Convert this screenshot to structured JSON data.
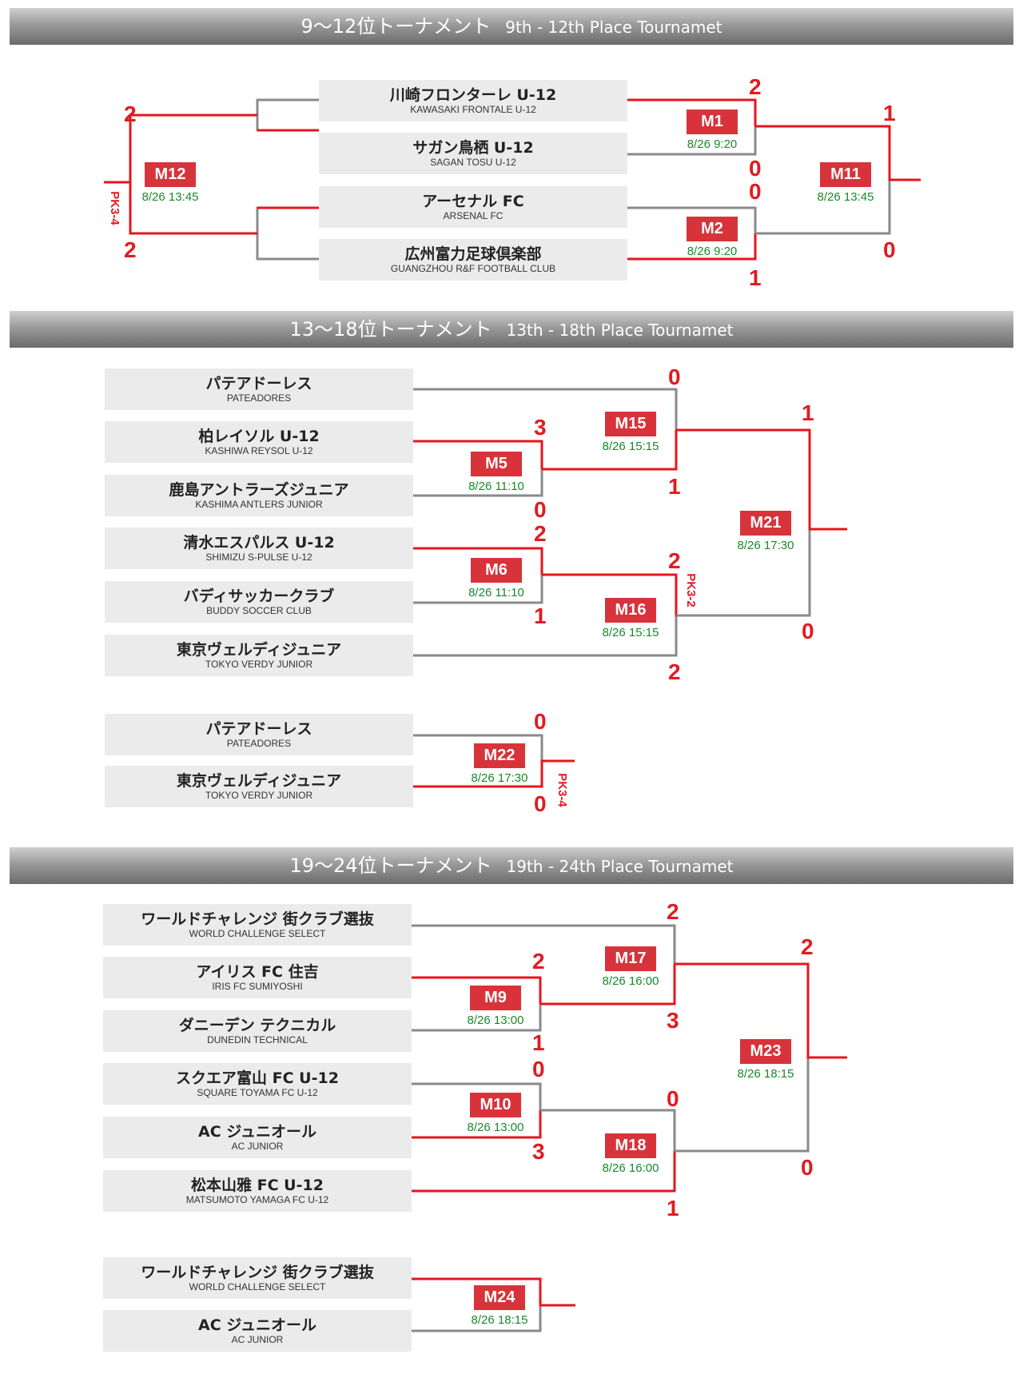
{
  "sections": [
    {
      "title_ja": "9〜12位トーナメント",
      "title_en": "9th - 12th Place Tournamet"
    },
    {
      "title_ja": "13〜18位トーナメント",
      "title_en": "13th - 18th Place Tournamet"
    },
    {
      "title_ja": "19〜24位トーナメント",
      "title_en": "19th - 24th Place Tournamet"
    }
  ],
  "teams": [
    {
      "ja": "川崎フロンターレ U-12",
      "en": "KAWASAKI FRONTALE U-12"
    },
    {
      "ja": "サガン鳥栖 U-12",
      "en": "SAGAN TOSU U-12"
    },
    {
      "ja": "アーセナル FC",
      "en": "ARSENAL FC"
    },
    {
      "ja": "広州富力足球倶楽部",
      "en": "GUANGZHOU R&F FOOTBALL CLUB"
    },
    {
      "ja": "パテアドーレス",
      "en": "PATEADORES"
    },
    {
      "ja": "柏レイソル U-12",
      "en": "KASHIWA REYSOL U-12"
    },
    {
      "ja": "鹿島アントラーズジュニア",
      "en": "KASHIMA ANTLERS JUNIOR"
    },
    {
      "ja": "清水エスパルス U-12",
      "en": "SHIMIZU S-PULSE U-12"
    },
    {
      "ja": "バディサッカークラブ",
      "en": "BUDDY SOCCER CLUB"
    },
    {
      "ja": "東京ヴェルディジュニア",
      "en": "TOKYO VERDY JUNIOR"
    },
    {
      "ja": "パテアドーレス",
      "en": "PATEADORES"
    },
    {
      "ja": "東京ヴェルディジュニア",
      "en": "TOKYO VERDY JUNIOR"
    },
    {
      "ja": "ワールドチャレンジ 街クラブ選抜",
      "en": "WORLD CHALLENGE SELECT"
    },
    {
      "ja": "アイリス FC 住吉",
      "en": "IRIS FC SUMIYOSHI"
    },
    {
      "ja": "ダニーデン テクニカル",
      "en": "DUNEDIN TECHNICAL"
    },
    {
      "ja": "スクエア富山 FC U-12",
      "en": "SQUARE TOYAMA FC U-12"
    },
    {
      "ja": "AC ジュニオール",
      "en": "AC JUNIOR"
    },
    {
      "ja": "松本山雅 FC U-12",
      "en": "MATSUMOTO YAMAGA FC U-12"
    },
    {
      "ja": "ワールドチャレンジ 街クラブ選抜",
      "en": "WORLD CHALLENGE SELECT"
    },
    {
      "ja": "AC ジュニオール",
      "en": "AC JUNIOR"
    }
  ],
  "matches": [
    {
      "id": "M1",
      "time": "8/26 9:20"
    },
    {
      "id": "M2",
      "time": "8/26 9:20"
    },
    {
      "id": "M11",
      "time": "8/26 13:45"
    },
    {
      "id": "M12",
      "time": "8/26 13:45"
    },
    {
      "id": "M5",
      "time": "8/26 11:10"
    },
    {
      "id": "M6",
      "time": "8/26 11:10"
    },
    {
      "id": "M15",
      "time": "8/26 15:15"
    },
    {
      "id": "M16",
      "time": "8/26 15:15"
    },
    {
      "id": "M21",
      "time": "8/26 17:30"
    },
    {
      "id": "M22",
      "time": "8/26 17:30"
    },
    {
      "id": "M9",
      "time": "8/26 13:00"
    },
    {
      "id": "M10",
      "time": "8/26 13:00"
    },
    {
      "id": "M17",
      "time": "8/26 16:00"
    },
    {
      "id": "M18",
      "time": "8/26 16:00"
    },
    {
      "id": "M23",
      "time": "8/26 18:15"
    },
    {
      "id": "M24",
      "time": "8/26 18:15"
    }
  ],
  "scores": [
    "2",
    "0",
    "0",
    "1",
    "1",
    "0",
    "2",
    "2",
    "3",
    "0",
    "2",
    "1",
    "0",
    "1",
    "2",
    "2",
    "1",
    "0",
    "0",
    "0",
    "2",
    "1",
    "0",
    "3",
    "2",
    "3",
    "0",
    "1",
    "2",
    "0"
  ],
  "pk": [
    "PK3-4",
    "PK3-2",
    "PK3-4"
  ],
  "colors": {
    "win_line": "#e8141c",
    "lose_line": "#8a8a8a",
    "match_box": "#d8333a",
    "time_text": "#178a2a",
    "score": "#e11b22"
  }
}
